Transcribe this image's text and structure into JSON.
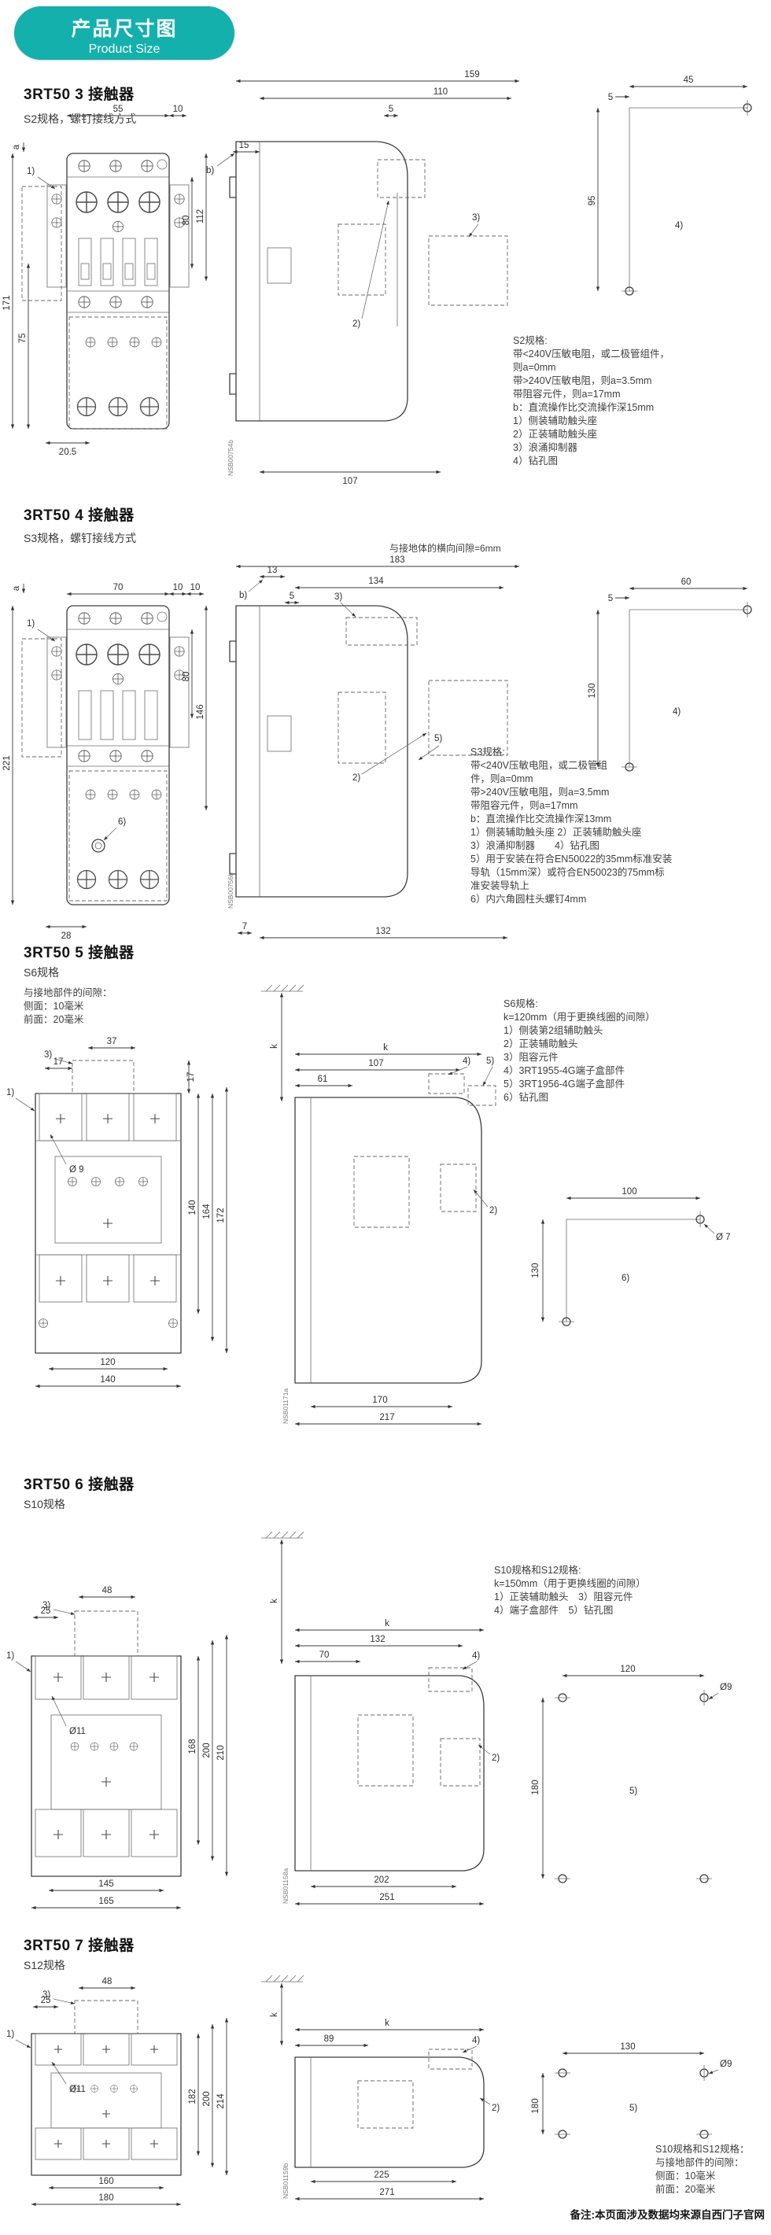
{
  "header": {
    "title_zh": "产品尺寸图",
    "title_en": "Product Size",
    "accent": "#14b0ac"
  },
  "sections": [
    {
      "title": "3RT50 3 接触器",
      "subtitle": "S2规格，螺钉接线方式",
      "front": {
        "a": "a",
        "w": "55",
        "r": "10",
        "hl1": "171",
        "hl2": "75",
        "hr1": "80",
        "hr2": "112",
        "bot": "20.5",
        "l1": "1)"
      },
      "side": {
        "lb": "b)",
        "d15": "15",
        "d5": "5",
        "d110": "110",
        "d159": "159",
        "bot": "107",
        "l2": "2)",
        "l3": "3)",
        "fig": "NSB00754b"
      },
      "drill": {
        "w": "45",
        "off": "5",
        "h": "95",
        "l": "4)"
      },
      "notes": [
        "S2规格:",
        "带<240V压敏电阻，或二极管组件，",
        "则a=0mm",
        "带>240V压敏电阻，则a=3.5mm",
        "带阻容元件，则a=17mm",
        "b：直流操作比交流操作深15mm",
        "1）侧装辅助触头座",
        "2）正装辅助触头座",
        "3）浪涌抑制器",
        "4）钻孔图"
      ]
    },
    {
      "title": "3RT50 4 接触器",
      "subtitle": "S3规格，螺钉接线方式",
      "clearance": "与接地体的横向间隙=6mm",
      "front": {
        "a": "a",
        "w": "70",
        "r1": "10",
        "r2": "10",
        "hl1": "221",
        "hr1": "80",
        "hr2": "146",
        "bot": "28",
        "l1": "1)",
        "l6": "6)"
      },
      "side": {
        "lb": "b)",
        "d13": "13",
        "d5": "5",
        "d134": "134",
        "d183": "183",
        "d7": "7",
        "bot": "132",
        "l2": "2)",
        "l3": "3)",
        "l5": "5)",
        "fig": "NSB00756b"
      },
      "drill": {
        "w": "60",
        "off": "5",
        "h": "130",
        "l": "4)"
      },
      "notes": [
        "S3规格:",
        "带<240V压敏电阻，或二极管组",
        "件，则a=0mm",
        "带>240V压敏电阻，则a=3.5mm",
        "带阻容元件，则a=17mm",
        "b：直流操作比交流操作深13mm",
        "1）侧装辅助触头座 2）正装辅助触头座",
        "3）浪涌抑制器　　4）钻孔图",
        "5）用于安装在符合EN50022的35mm标准安装",
        "导轨（15mm深）或符合EN50023的75mm标",
        "准安装导轨上",
        "6）内六角圆柱头螺钉4mm"
      ]
    },
    {
      "title": "3RT50 5 接触器",
      "subtitle": "S6规格",
      "clearance": [
        "与接地部件的间隙：",
        "侧面：10毫米",
        "前面：20毫米"
      ],
      "front": {
        "l3": "3)",
        "w": "37",
        "d17a": "17",
        "d17b": "17",
        "l1": "1)",
        "dia": "Ø 9",
        "hr1": "140",
        "hr2": "164",
        "hr3": "172",
        "b1": "120",
        "b2": "140"
      },
      "side": {
        "kv": "k",
        "k": "k",
        "d107": "107",
        "d61": "61",
        "l4": "4)",
        "l5": "5)",
        "l2": "2)",
        "b1": "170",
        "b2": "217",
        "fig": "NSB01171a"
      },
      "drill": {
        "w": "100",
        "dia": "Ø 7",
        "h": "130",
        "l": "6)"
      },
      "notes": [
        "S6规格:",
        "k=120mm（用于更换线圈的间隙）",
        "1）侧装第2组辅助触头",
        "2）正装辅助触头",
        "3）阻容元件",
        "4）3RT1955-4G端子盒部件",
        "5）3RT1956-4G端子盒部件",
        "6）钻孔图"
      ]
    },
    {
      "title": "3RT50 6 接触器",
      "subtitle": "S10规格",
      "front": {
        "l3": "3)",
        "w": "48",
        "d25": "25",
        "l1": "1)",
        "dia": "Ø11",
        "hr1": "168",
        "hr2": "200",
        "hr3": "210",
        "b1": "145",
        "b2": "165"
      },
      "side": {
        "kv": "k",
        "k": "k",
        "d132": "132",
        "d70": "70",
        "l4": "4)",
        "l2": "2)",
        "b1": "202",
        "b2": "251",
        "fig": "NSB01158a"
      },
      "drill": {
        "w": "120",
        "dia": "Ø9",
        "h": "180",
        "l": "5)"
      },
      "notes": [
        "S10规格和S12规格:",
        "k=150mm（用于更换线圈的间隙）",
        "1）正装辅助触头　3）阻容元件",
        "4）端子盒部件　5）钻孔图"
      ]
    },
    {
      "title": "3RT50 7 接触器",
      "subtitle": "S12规格",
      "front": {
        "l3": "3)",
        "w": "48",
        "d25": "25",
        "l1": "1)",
        "dia": "Ø11",
        "hr1": "182",
        "hr2": "200",
        "hr3": "214",
        "b1": "160",
        "b2": "180"
      },
      "side": {
        "kv": "k",
        "k": "k",
        "d89": "89",
        "l4": "4)",
        "l2": "2)",
        "b1": "225",
        "b2": "271",
        "fig": "NSB01159b"
      },
      "drill": {
        "w": "130",
        "dia": "Ø9",
        "h": "180",
        "l": "5)"
      },
      "clearance": [
        "S10规格和S12规格：",
        "与接地部件的间隙：",
        "侧面：10毫米",
        "前面：20毫米"
      ]
    }
  ],
  "footer": {
    "note": "备注:本页面涉及数据均来源自西门子官网"
  }
}
